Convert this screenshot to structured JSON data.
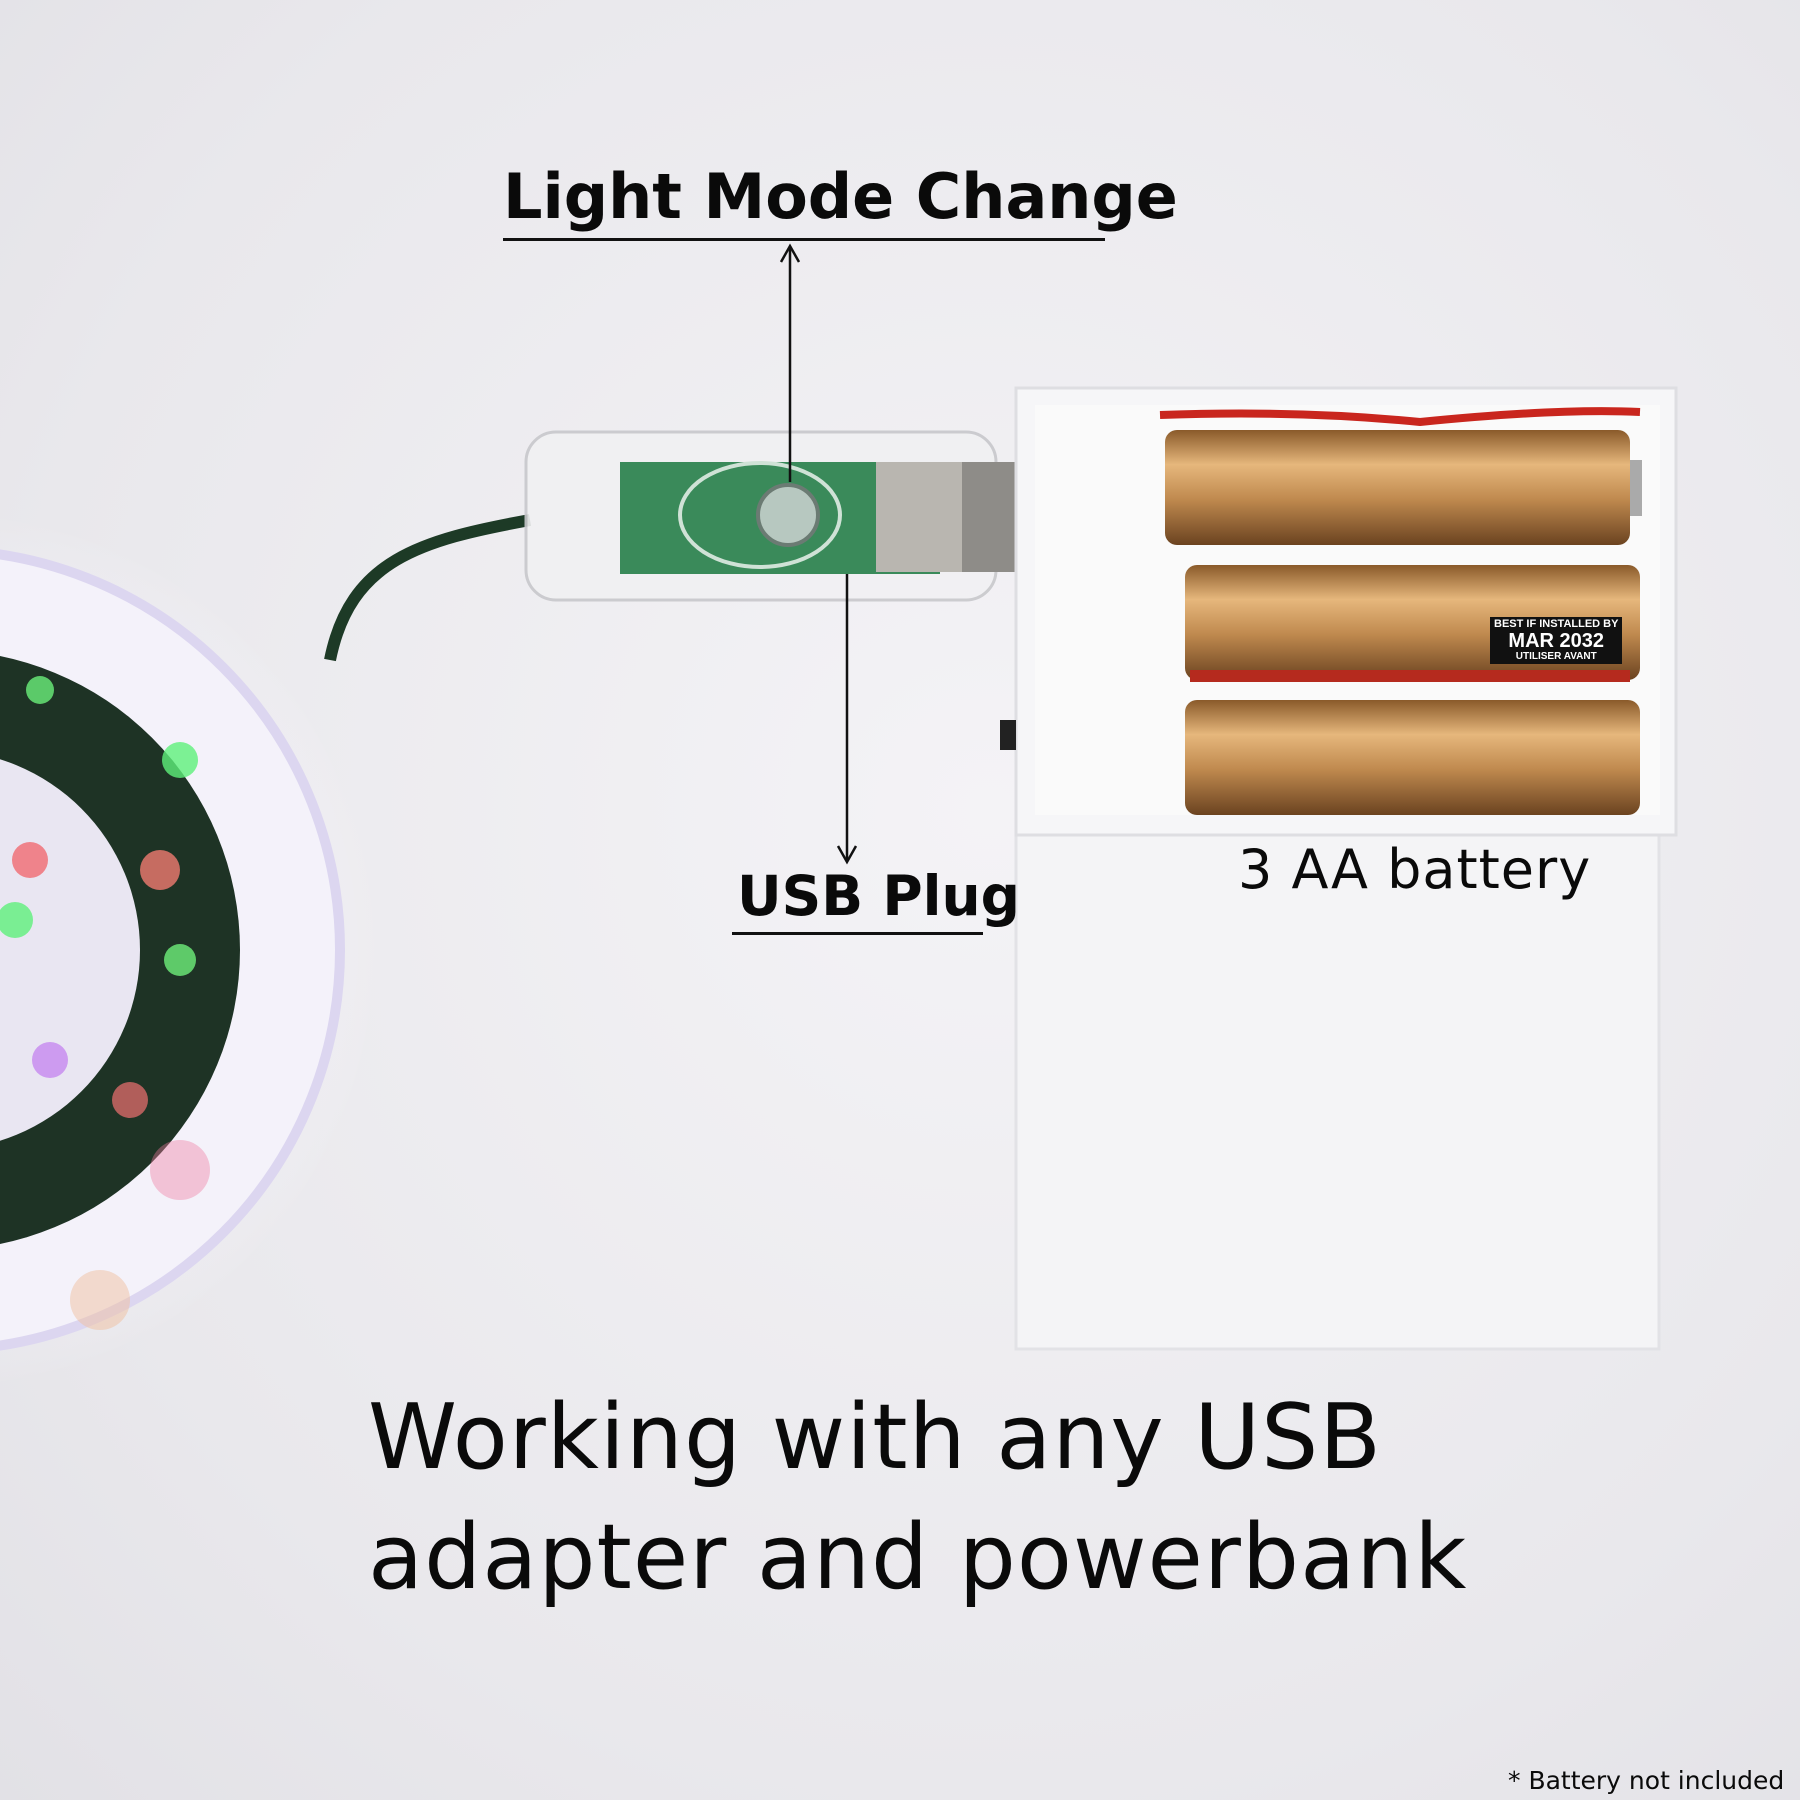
{
  "annotations": {
    "light_mode_change": "Light Mode Change",
    "usb_plug": "USB Plug",
    "battery": "3 AA battery"
  },
  "headline": {
    "line1": "Working with any USB",
    "line2": "adapter and powerbank"
  },
  "footnote": "* Battery not included",
  "battery_label": {
    "top": "BEST IF INSTALLED BY",
    "date": "MAR 2032",
    "bottom": "UTILISER AVANT"
  },
  "colors": {
    "background": "#ebeaee",
    "text": "#0a0a0a",
    "battery_gold": "#c8955a",
    "wire_green": "#1d3a26"
  }
}
